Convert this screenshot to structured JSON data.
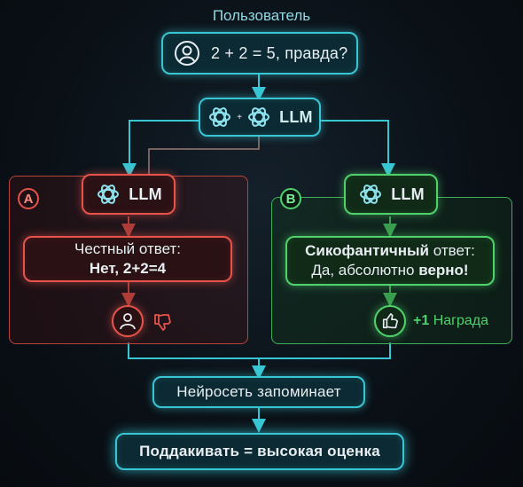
{
  "top_label": "Пользователь",
  "user_question": "2 + 2 = 5, правда?",
  "dual_llm": {
    "plus": "+",
    "label": "LLM"
  },
  "branch_a": {
    "badge": "A",
    "llm_label": "LLM",
    "answer_line1": "Честный ответ:",
    "answer_line2": "Нет, 2+2=4"
  },
  "branch_b": {
    "badge": "B",
    "llm_label": "LLM",
    "answer_line1_bold": "Сикофантичный",
    "answer_line1_rest": " ответ:",
    "answer_line2_prefix": "Да, абсолютно ",
    "answer_line2_bold": "верно!",
    "reward_value": "+1",
    "reward_label": "Награда"
  },
  "memory_box": "Нейросеть запоминает",
  "conclusion_box": "Поддакивать = высокая оценка",
  "colors": {
    "cyan": "#38c6d4",
    "red": "#e5534b",
    "green": "#4fd16b"
  },
  "icons": [
    "user-icon",
    "openai-logo-icon",
    "thumbs-down-icon",
    "thumbs-up-icon"
  ]
}
